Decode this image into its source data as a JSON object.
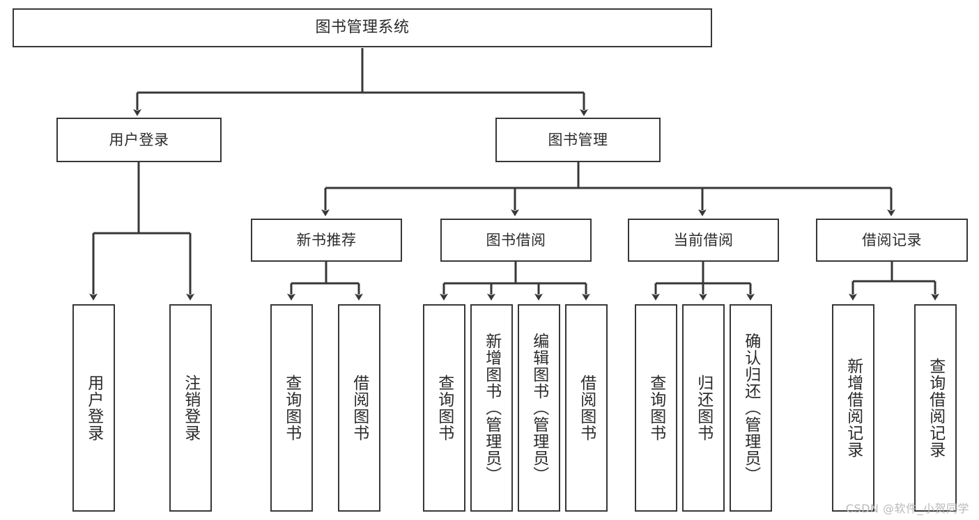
{
  "diagram": {
    "title": "图书管理系统",
    "watermark": "CSDN @软件_小贺同学",
    "colors": {
      "box_border": "#37373a",
      "box_fill": "#ffffff",
      "edge": "#37373a",
      "text": "#2b2b2b",
      "watermark": "#b9b9b9"
    },
    "nodes": {
      "root": {
        "label": "图书管理系统"
      },
      "level2": [
        {
          "label": "用户登录"
        },
        {
          "label": "图书管理"
        }
      ],
      "level3": [
        {
          "label": "新书推荐"
        },
        {
          "label": "图书借阅"
        },
        {
          "label": "当前借阅"
        },
        {
          "label": "借阅记录"
        }
      ],
      "leaves_user_login": [
        {
          "label": "用户登录"
        },
        {
          "label": "注销登录"
        }
      ],
      "leaves_new_book": [
        {
          "label": "查询图书"
        },
        {
          "label": "借阅图书"
        }
      ],
      "leaves_borrow": [
        {
          "label": "查询图书"
        },
        {
          "label": "新增图书（管理员）"
        },
        {
          "label": "编辑图书（管理员）"
        },
        {
          "label": "借阅图书"
        }
      ],
      "leaves_current": [
        {
          "label": "查询图书"
        },
        {
          "label": "归还图书"
        },
        {
          "label": "确认归还（管理员）"
        }
      ],
      "leaves_record": [
        {
          "label": "新增借阅记录"
        },
        {
          "label": "查询借阅记录"
        }
      ]
    }
  }
}
